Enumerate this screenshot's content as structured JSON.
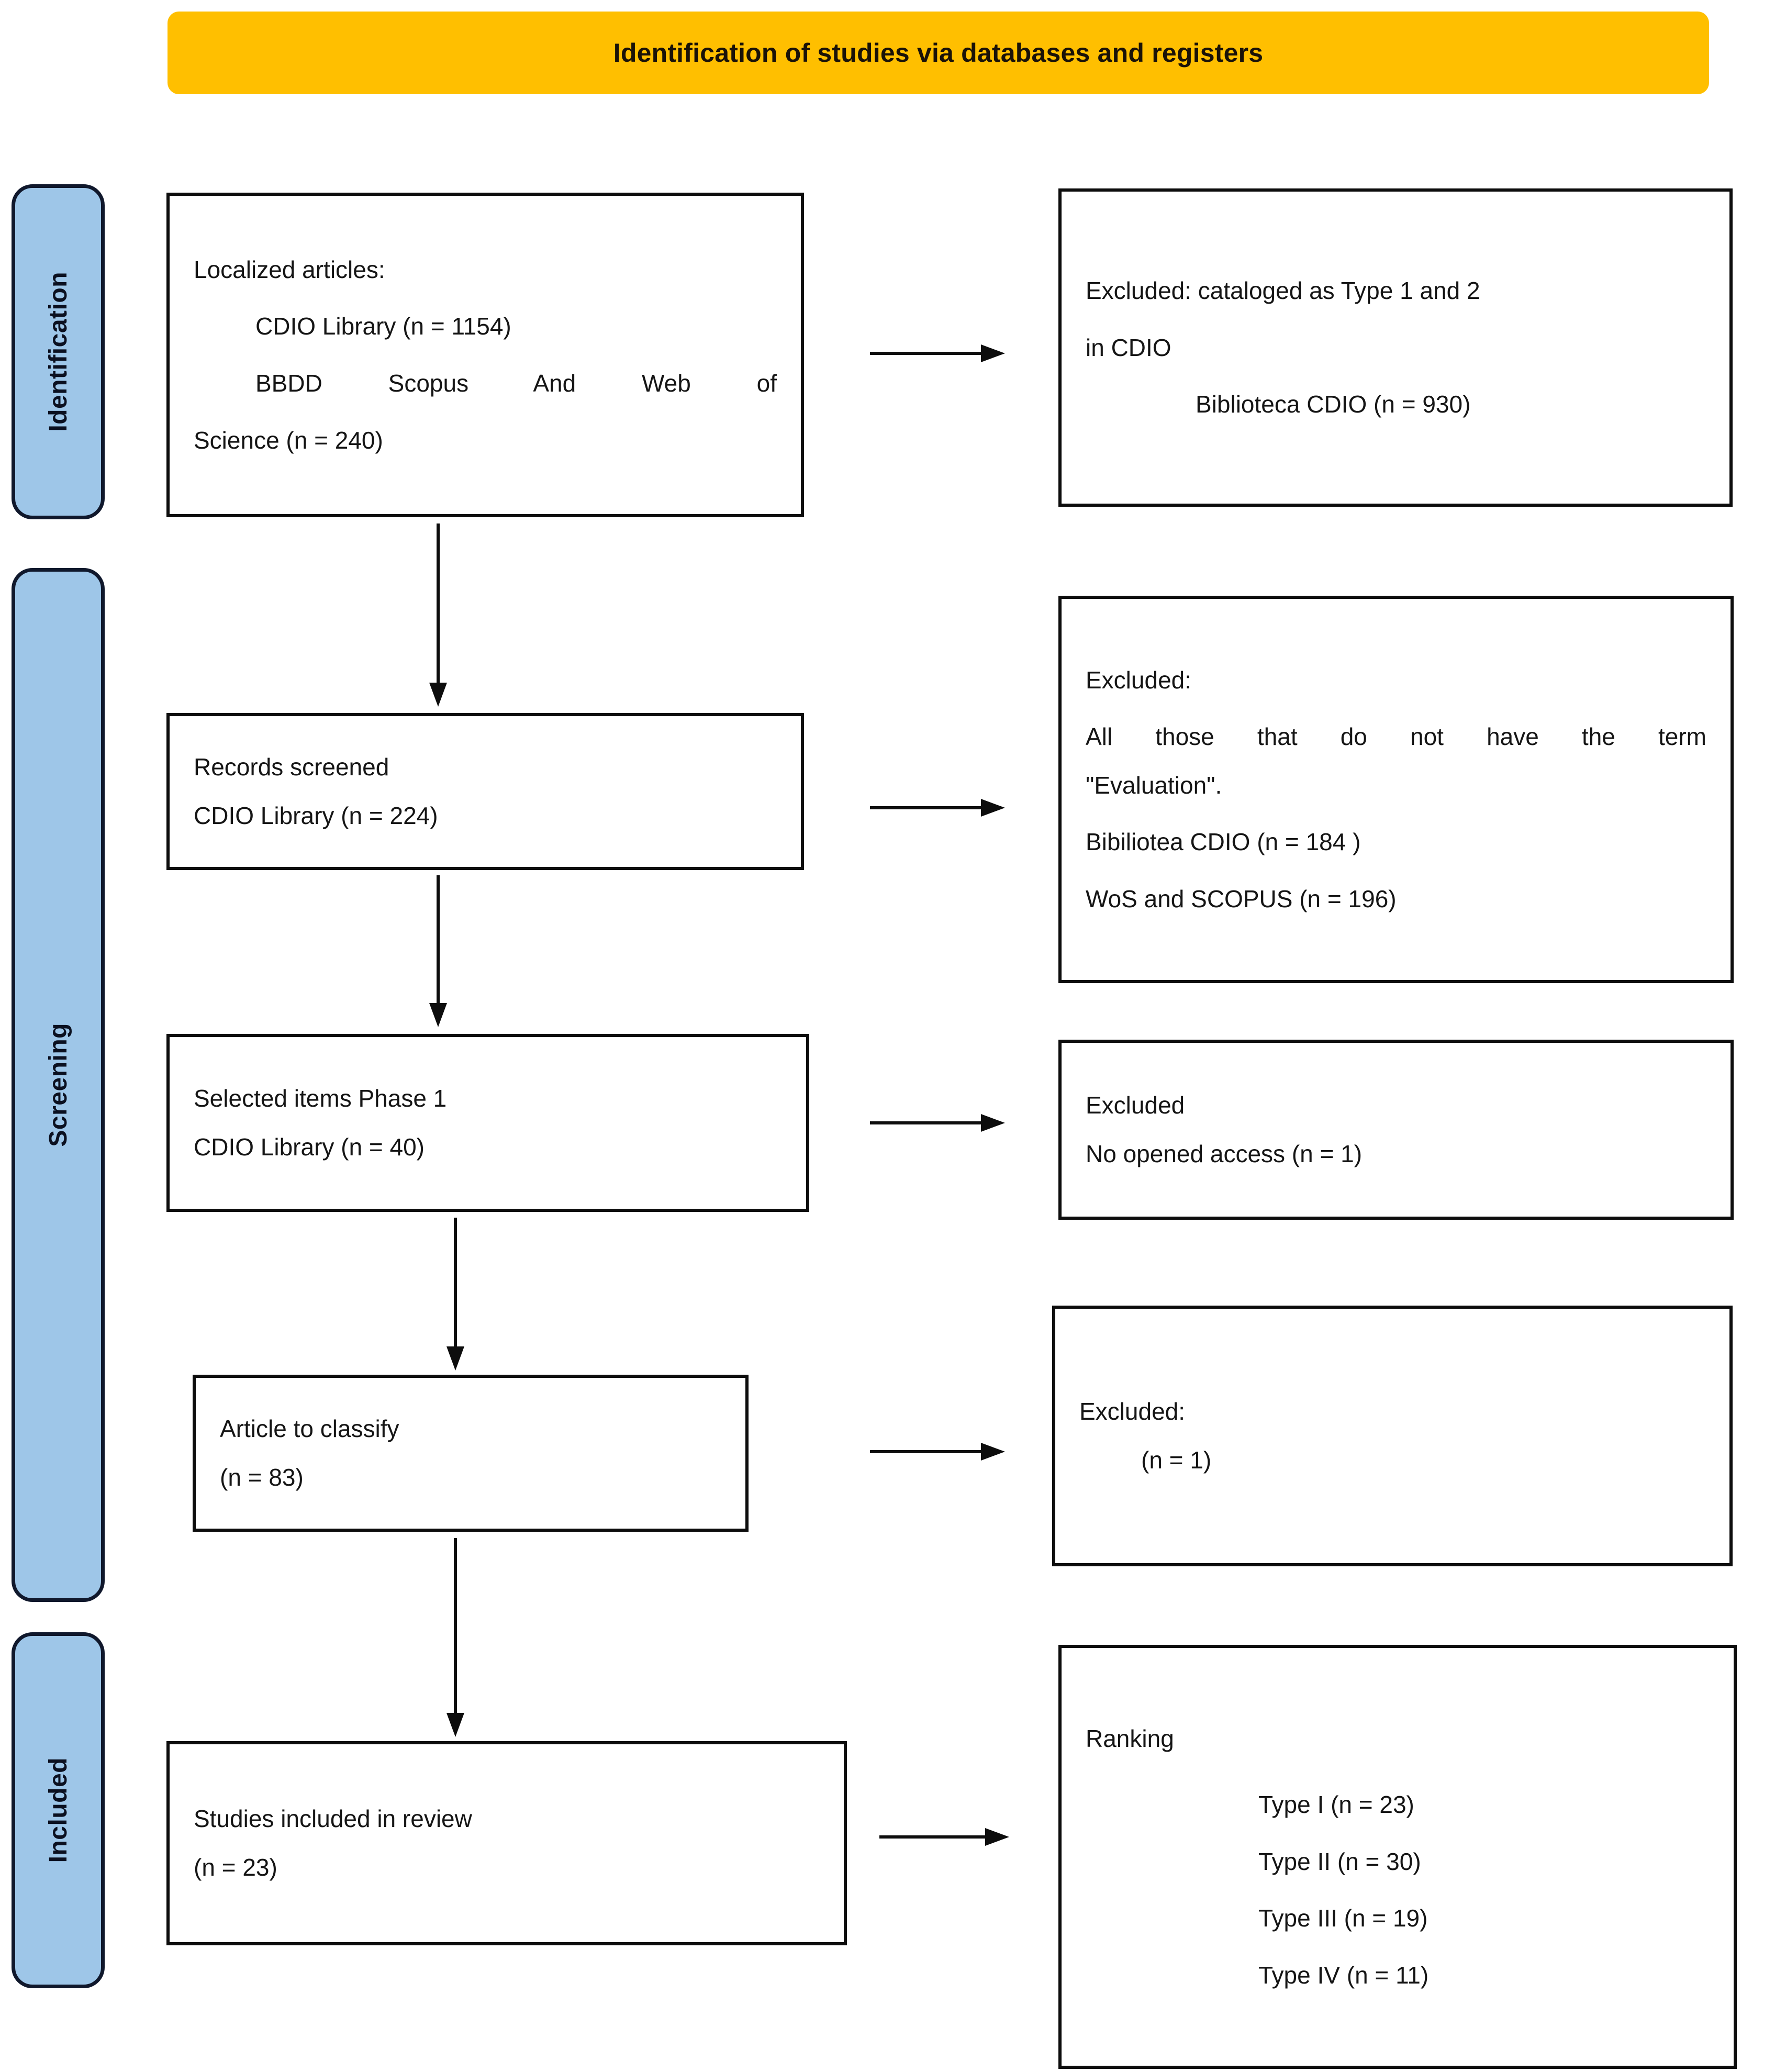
{
  "banner": {
    "title": "Identification of studies via databases and registers",
    "color": "#FFBF00"
  },
  "rails": {
    "color": "#9EC6E8",
    "items": [
      {
        "label": "Identification"
      },
      {
        "label": "Screening"
      },
      {
        "label": "Included"
      }
    ]
  },
  "boxes": {
    "localized": {
      "line1": "Localized articles:",
      "line2": "CDIO Library (n = 1154)",
      "line3": "BBDD Scopus And Web of",
      "line4": "Science (n = 240)"
    },
    "excluded_type": {
      "line1": "Excluded: cataloged as Type 1 and 2",
      "line2": "in CDIO",
      "line3": "Biblioteca CDIO (n = 930)"
    },
    "records_screened": {
      "line1": "Records screened",
      "line2": "CDIO Library (n = 224)"
    },
    "excluded_evaluation": {
      "line1": "Excluded:",
      "line2": "All those that do not have the term",
      "line3": "\"Evaluation\".",
      "line4": "Bibiliotea CDIO (n = 184 )",
      "line5": "WoS and SCOPUS (n = 196)"
    },
    "selected_phase1": {
      "line1": "Selected items Phase 1",
      "line2": "CDIO Library (n = 40)"
    },
    "excluded_access": {
      "line1": "Excluded",
      "line2": "No opened access (n = 1)"
    },
    "article_classify": {
      "line1": "Article to classify",
      "line2": "(n = 83)"
    },
    "excluded_one": {
      "line1": "Excluded:",
      "line2": "(n = 1)"
    },
    "studies_included": {
      "line1": "Studies included in review",
      "line2": "(n = 23)"
    },
    "ranking": {
      "line1": "Ranking",
      "line2": "Type I (n = 23)",
      "line3": "Type II (n = 30)",
      "line4": "Type III (n = 19)",
      "line5": "Type IV (n = 11)"
    }
  },
  "chart_data": {
    "type": "table",
    "title": "Identification of studies via databases and registers",
    "stages": [
      {
        "stage": "Identification",
        "included": [
          {
            "label": "CDIO Library",
            "n": 1154
          },
          {
            "label": "BBDD Scopus And Web of Science",
            "n": 240
          }
        ],
        "excluded": [
          {
            "label": "Cataloged as Type 1 and 2 in CDIO - Biblioteca CDIO",
            "n": 930
          }
        ]
      },
      {
        "stage": "Screening",
        "included": [
          {
            "label": "Records screened - CDIO Library",
            "n": 224
          },
          {
            "label": "Selected items Phase 1 - CDIO Library",
            "n": 40
          },
          {
            "label": "Article to classify",
            "n": 83
          }
        ],
        "excluded": [
          {
            "label": "No term \"Evaluation\" - Bibiliotea CDIO",
            "n": 184
          },
          {
            "label": "No term \"Evaluation\" - WoS and SCOPUS",
            "n": 196
          },
          {
            "label": "No opened access",
            "n": 1
          },
          {
            "label": "Excluded",
            "n": 1
          }
        ]
      },
      {
        "stage": "Included",
        "included": [
          {
            "label": "Studies included in review",
            "n": 23
          }
        ],
        "ranking": [
          {
            "label": "Type I",
            "n": 23
          },
          {
            "label": "Type II",
            "n": 30
          },
          {
            "label": "Type III",
            "n": 19
          },
          {
            "label": "Type IV",
            "n": 11
          }
        ]
      }
    ]
  }
}
